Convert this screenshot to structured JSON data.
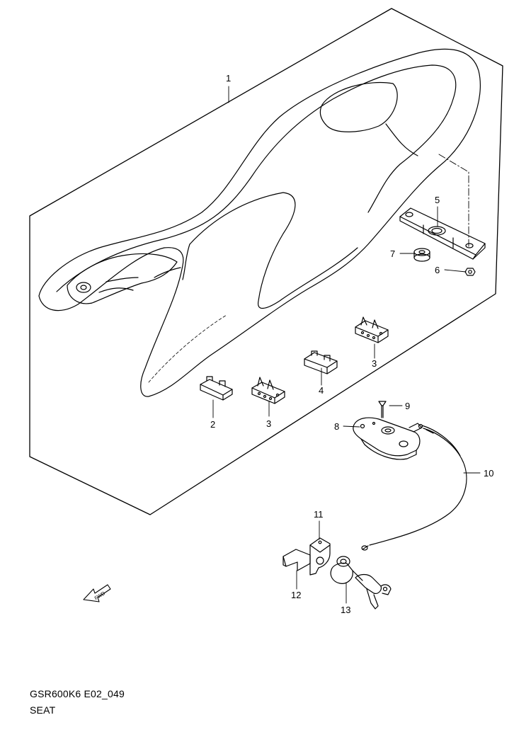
{
  "diagram": {
    "code": "GSR600K6 E02_049",
    "title": "SEAT",
    "fwd_label": "FWD",
    "parts": [
      {
        "id": "part-1",
        "number": "1"
      },
      {
        "id": "part-2",
        "number": "2"
      },
      {
        "id": "part-3a",
        "number": "3"
      },
      {
        "id": "part-3b",
        "number": "3"
      },
      {
        "id": "part-4",
        "number": "4"
      },
      {
        "id": "part-5",
        "number": "5"
      },
      {
        "id": "part-6",
        "number": "6"
      },
      {
        "id": "part-7",
        "number": "7"
      },
      {
        "id": "part-8",
        "number": "8"
      },
      {
        "id": "part-9",
        "number": "9"
      },
      {
        "id": "part-10",
        "number": "10"
      },
      {
        "id": "part-11",
        "number": "11"
      },
      {
        "id": "part-12",
        "number": "12"
      },
      {
        "id": "part-13",
        "number": "13"
      }
    ]
  }
}
